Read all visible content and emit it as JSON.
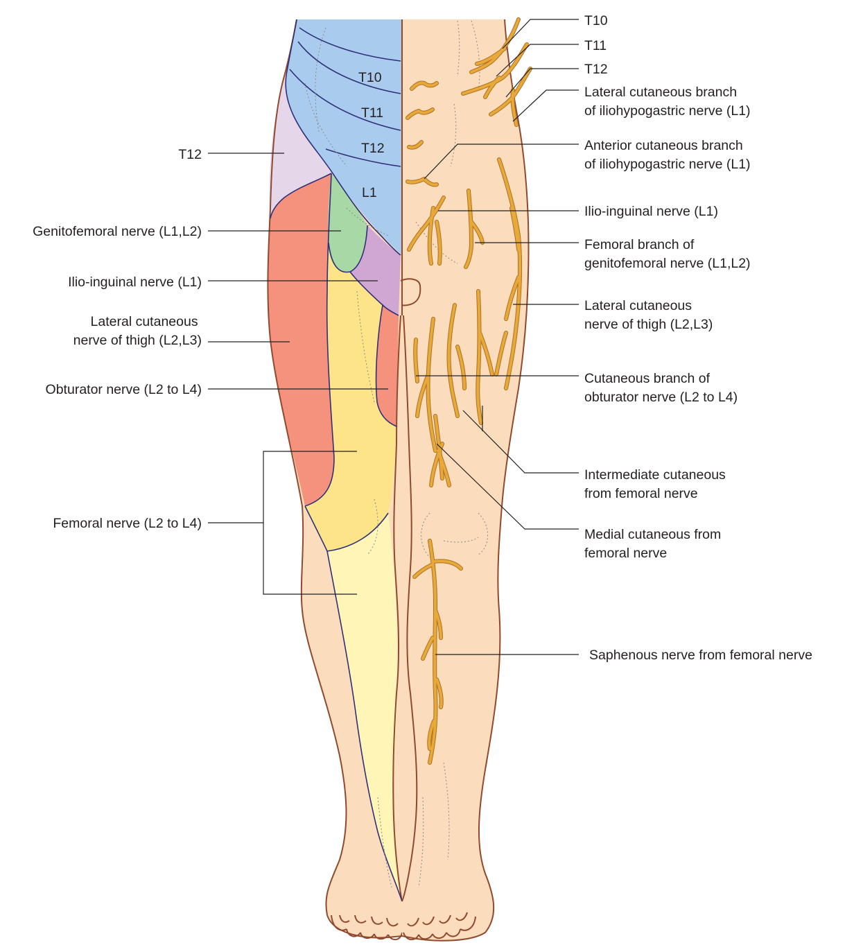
{
  "colors": {
    "skin": "#fbdcbc",
    "outline": "#8f4a2e",
    "boundary": "#2f2f7a",
    "nerve": "#e6a93a",
    "T10_T12_L1_zone": "#a9ccee",
    "T12_zone": "#e6d6ea",
    "genitofemoral_zone": "#a8d8a6",
    "ilioinguinal_zone": "#cfa7d2",
    "lateral_cutaneous_zone": "#f5927d",
    "obturator_zone": "#f5927d",
    "femoral_zone": "#fde488",
    "saphenous_zone": "#fef5b6"
  },
  "zone_labels": {
    "t10": "T10",
    "t11": "T11",
    "t12": "T12",
    "l1": "L1"
  },
  "left_labels": {
    "t12": "T12",
    "genitofemoral": "Genitofemoral nerve (L1,L2)",
    "ilioinguinal": "Ilio-inguinal nerve (L1)",
    "lateral_cutaneous": [
      "Lateral cutaneous",
      "nerve of thigh (L2,L3)"
    ],
    "obturator": "Obturator nerve (L2 to L4)",
    "femoral": "Femoral nerve (L2 to L4)"
  },
  "right_labels": {
    "t10": "T10",
    "t11": "T11",
    "t12": "T12",
    "lateral_iliohypogastric": [
      "Lateral cutaneous branch",
      "of iliohypogastric nerve (L1)"
    ],
    "anterior_iliohypogastric": [
      "Anterior cutaneous branch",
      "of iliohypogastric nerve (L1)"
    ],
    "ilioinguinal": "Ilio-inguinal nerve (L1)",
    "femoral_branch_genitofemoral": [
      "Femoral branch of",
      "genitofemoral nerve (L1,L2)"
    ],
    "lateral_cutaneous_thigh": [
      "Lateral cutaneous",
      "nerve of thigh (L2,L3)"
    ],
    "obturator_branch": [
      "Cutaneous branch of",
      "obturator nerve (L2 to L4)"
    ],
    "intermediate_cutaneous": [
      "Intermediate cutaneous",
      "from femoral nerve"
    ],
    "medial_cutaneous": [
      "Medial cutaneous from",
      "femoral nerve"
    ],
    "saphenous": "Saphenous nerve from femoral nerve"
  }
}
